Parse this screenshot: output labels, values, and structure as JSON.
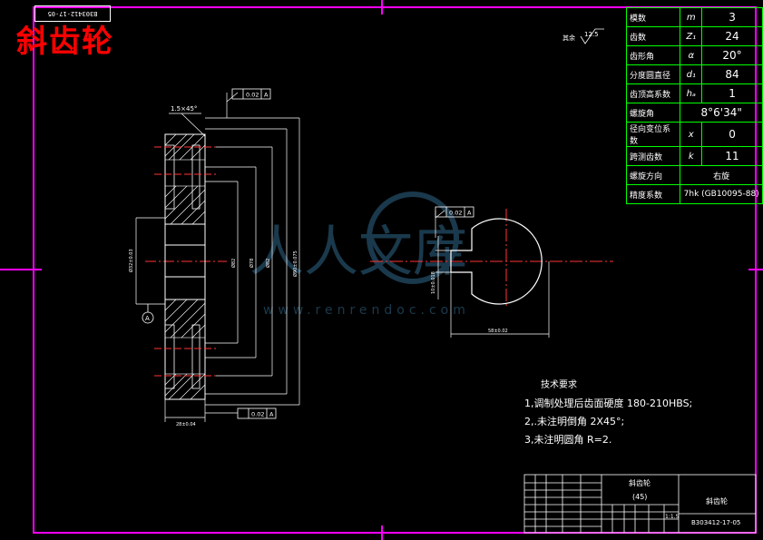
{
  "title": "斜齿轮",
  "drawing_code_top": "B303412-17-05",
  "roughness_note": "其余",
  "roughness_value": "12.5",
  "params": [
    {
      "label": "模数",
      "symbol": "m",
      "value": "3"
    },
    {
      "label": "齿数",
      "symbol": "Z₁",
      "value": "24"
    },
    {
      "label": "齿形角",
      "symbol": "α",
      "value": "20°"
    },
    {
      "label": "分度圆直径",
      "symbol": "d₁",
      "value": "84"
    },
    {
      "label": "齿顶高系数",
      "symbol": "hₐ",
      "value": "1"
    },
    {
      "label": "螺旋角",
      "symbol": "",
      "value": "8°6'34\""
    },
    {
      "label": "径向变位系数",
      "symbol": "x",
      "value": "0"
    },
    {
      "label": "跨测齿数",
      "symbol": "k",
      "value": "11"
    },
    {
      "label": "螺旋方向",
      "symbol": "",
      "value": "右旋"
    },
    {
      "label": "精度系数",
      "symbol": "",
      "value": "7hk (GB10095-88)"
    }
  ],
  "dims": {
    "chamfer": "1.5×45°",
    "tol1": "0.02",
    "tol2": "0.02",
    "tol3": "0.02",
    "datum": "A",
    "width": "28±0.04",
    "keyway": "58±0.02",
    "keyway_width": "10±0.018",
    "bore": "Ø32±0.03",
    "d_a": "Ø82",
    "d_b": "Ø78",
    "d_c": "Ø82",
    "d_out": "Ø90±0.075"
  },
  "tech": {
    "title": "技术要求",
    "line1": "1,调制处理后齿面硬度 180-210HBS;",
    "line2": "2,.未注明倒角 2X45°;",
    "line3": "3,未注明圆角 R=2."
  },
  "title_block": {
    "part_name": "斜齿轮",
    "material": "(45)",
    "drawing_name": "斜齿轮",
    "drawing_code": "B303412-17-05",
    "scale": "1:1.5"
  },
  "watermark": {
    "brand": "人人文库",
    "url": "www.renrendoc.com"
  }
}
